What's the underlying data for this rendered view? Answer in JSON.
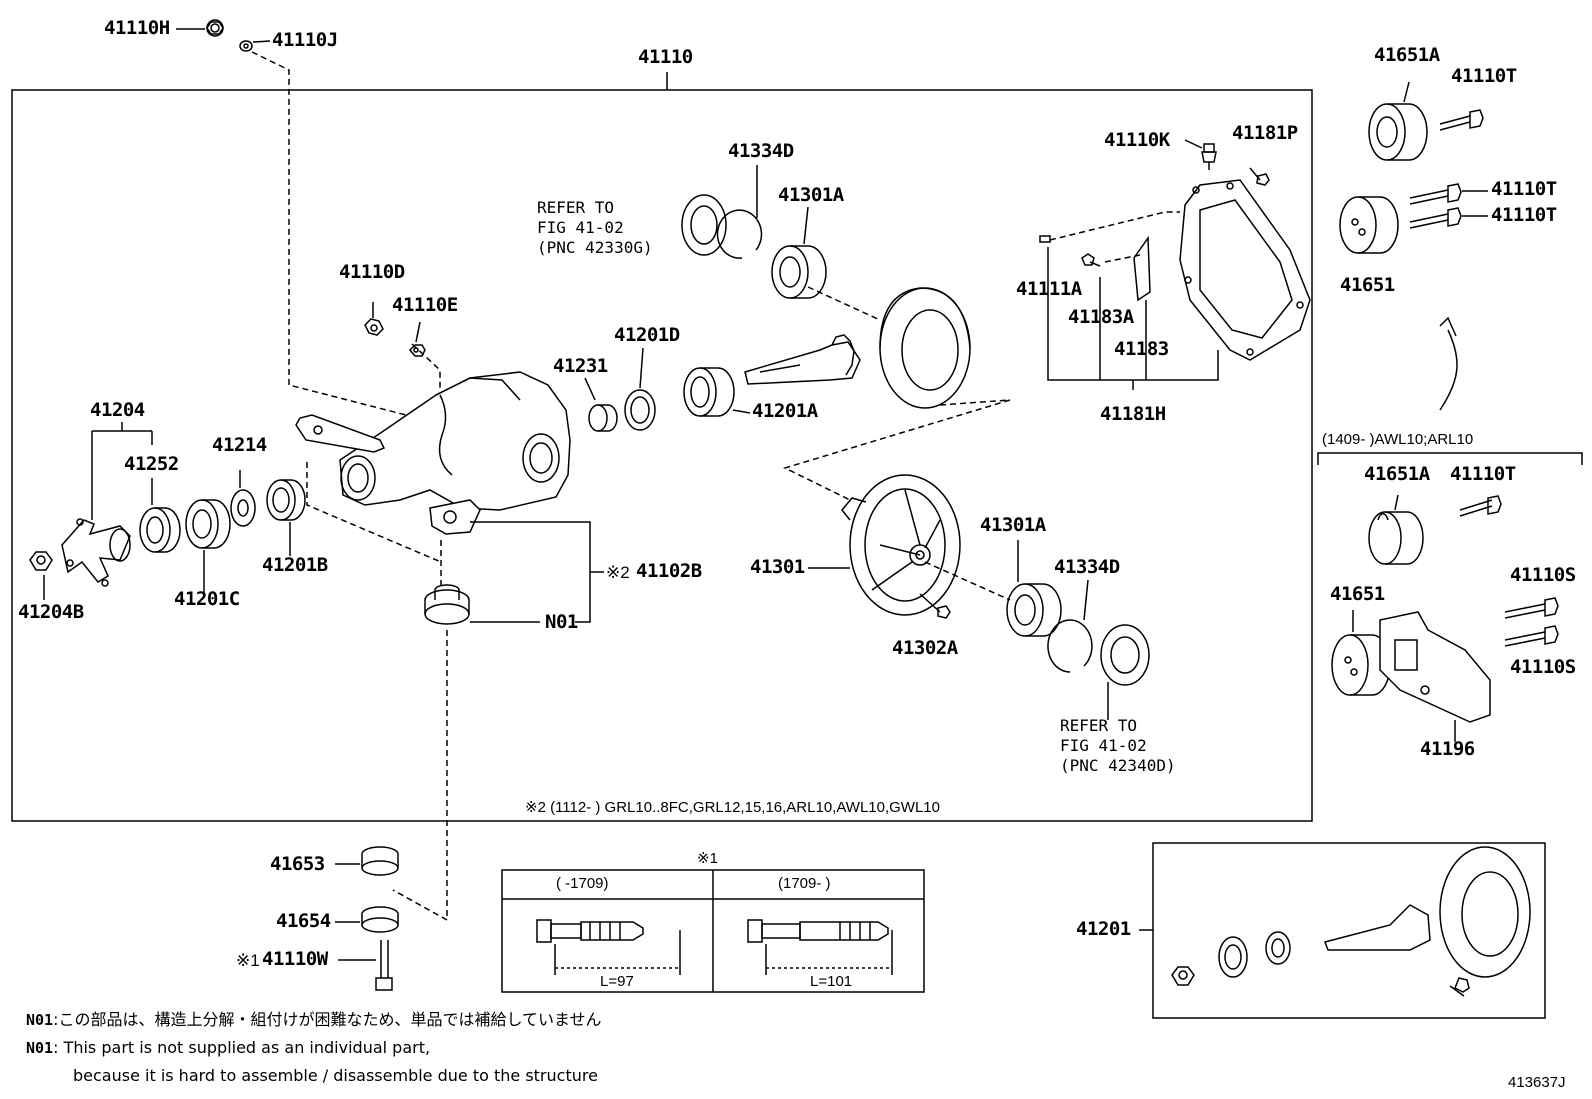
{
  "labels": {
    "p41110H": "41110H",
    "p41110J": "41110J",
    "p41110": "41110",
    "p41651A_top": "41651A",
    "p41110T_top": "41110T",
    "p41110T_2": "41110T",
    "p41110T_3": "41110T",
    "p41651_top": "41651",
    "p41334D_top": "41334D",
    "p41301A_top": "41301A",
    "p41110K": "41110K",
    "p41181P": "41181P",
    "p41110D": "41110D",
    "p41110E": "41110E",
    "p41111A": "41111A",
    "p41183A": "41183A",
    "p41183": "41183",
    "p41181H": "41181H",
    "p41201D": "41201D",
    "p41231": "41231",
    "p41201A": "41201A",
    "p41204": "41204",
    "p41214": "41214",
    "p41252": "41252",
    "p41201B": "41201B",
    "p41201C": "41201C",
    "p41204B": "41204B",
    "p41102B": "41102B",
    "n01": "N01",
    "p41301": "41301",
    "p41301A_bot": "41301A",
    "p41334D_bot": "41334D",
    "p41302A": "41302A",
    "p41651A_mid": "41651A",
    "p41110T_mid": "41110T",
    "p41651_mid": "41651",
    "p41110S_1": "41110S",
    "p41110S_2": "41110S",
    "p41196": "41196",
    "p41653": "41653",
    "p41654": "41654",
    "p41110W": "41110W",
    "p41201": "41201",
    "mark2": "※2",
    "mark1": "※1",
    "mark1b": "※1"
  },
  "refs": {
    "top": [
      "REFER TO",
      "FIG 41-02",
      "(PNC 42330G)"
    ],
    "bottom": [
      "REFER TO",
      "FIG 41-02",
      "(PNC 42340D)"
    ]
  },
  "inset_right": {
    "range": "(1409-      )AWL10;ARL10"
  },
  "applicability_note": "※2 (1112-       ) GRL10..8FC,GRL12,15,16,ARL10,AWL10,GWL10",
  "bolt_table": {
    "title": "※1",
    "col1_header": "(      -1709)",
    "col2_header": "(1709-       )",
    "col1_length": "L=97",
    "col2_length": "L=101"
  },
  "notes": {
    "code": "N01",
    "jp": ":この部品は、構造上分解・組付けが困難なため、単品では補給していません",
    "en1": ": This part is not supplied as an individual part,",
    "en2": "because it is hard to assemble / disassemble due to the structure"
  },
  "figure_id": "413637J"
}
